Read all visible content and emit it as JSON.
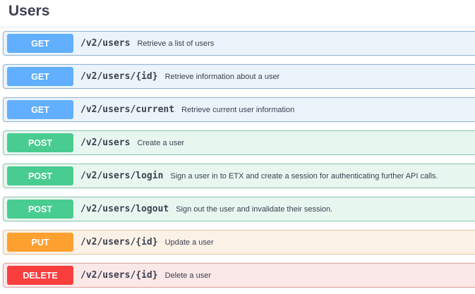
{
  "section": {
    "title": "Users"
  },
  "operations": [
    {
      "method": "GET",
      "path": "/v2/users",
      "summary": "Retrieve a list of users"
    },
    {
      "method": "GET",
      "path": "/v2/users/{id}",
      "summary": "Retrieve information about a user"
    },
    {
      "method": "GET",
      "path": "/v2/users/current",
      "summary": "Retrieve current user information"
    },
    {
      "method": "POST",
      "path": "/v2/users",
      "summary": "Create a user"
    },
    {
      "method": "POST",
      "path": "/v2/users/login",
      "summary": "Sign a user in to ETX and create a session for authenticating further API calls."
    },
    {
      "method": "POST",
      "path": "/v2/users/logout",
      "summary": "Sign out the user and invalidate their session."
    },
    {
      "method": "PUT",
      "path": "/v2/users/{id}",
      "summary": "Update a user"
    },
    {
      "method": "DELETE",
      "path": "/v2/users/{id}",
      "summary": "Delete a user"
    }
  ],
  "colors": {
    "get": "#61affe",
    "post": "#49cc90",
    "put": "#fca130",
    "delete": "#f93e3e"
  }
}
